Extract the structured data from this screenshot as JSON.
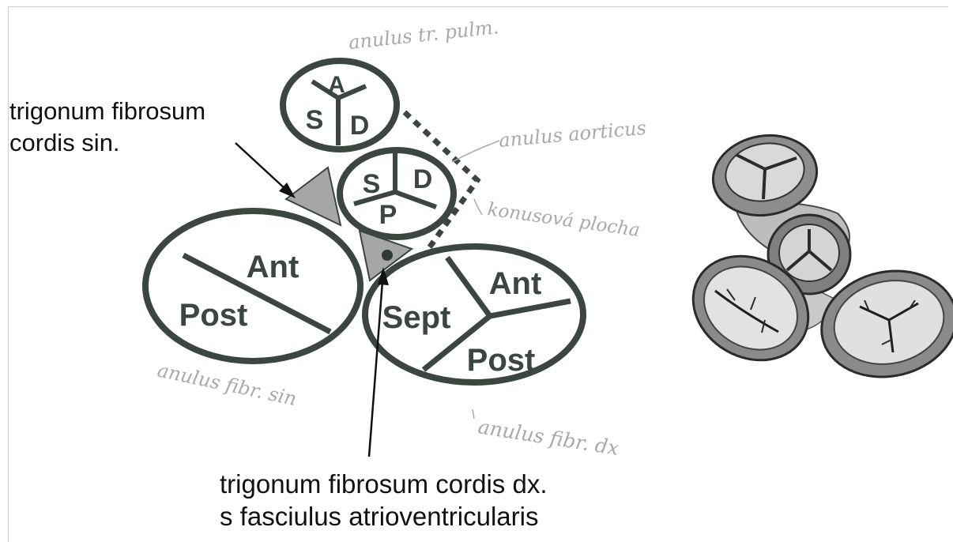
{
  "labels": {
    "trigonum_sin_line1": "trigonum fibrosum",
    "trigonum_sin_line2": "cordis sin.",
    "trigonum_dx_line1": "trigonum fibrosum cordis dx.",
    "trigonum_dx_line2": "s fasciulus atrioventricularis"
  },
  "pulmonary_valve": {
    "cusp_a": "A",
    "cusp_s": "S",
    "cusp_d": "D"
  },
  "aortic_valve": {
    "cusp_s": "S",
    "cusp_d": "D",
    "cusp_p": "P"
  },
  "mitral_valve": {
    "cusp_ant": "Ant",
    "cusp_post": "Post"
  },
  "tricuspid_valve": {
    "cusp_ant": "Ant",
    "cusp_sept": "Sept",
    "cusp_post": "Post"
  },
  "handwritten_notes": {
    "anulus_pulm": "anulus tr. pulm.",
    "anulus_aorticus": "anulus aorticus",
    "konusova_plocha": "konusová plocha",
    "anulus_fibr_sin": "anulus fibr. sin",
    "anulus_fibr_dx": "anulus fibr. dx"
  },
  "colors": {
    "outline": "#3a463f",
    "trigone_fill": "#a6a6a6",
    "handwriting": "#a9a9a9",
    "label_text": "#111111"
  }
}
